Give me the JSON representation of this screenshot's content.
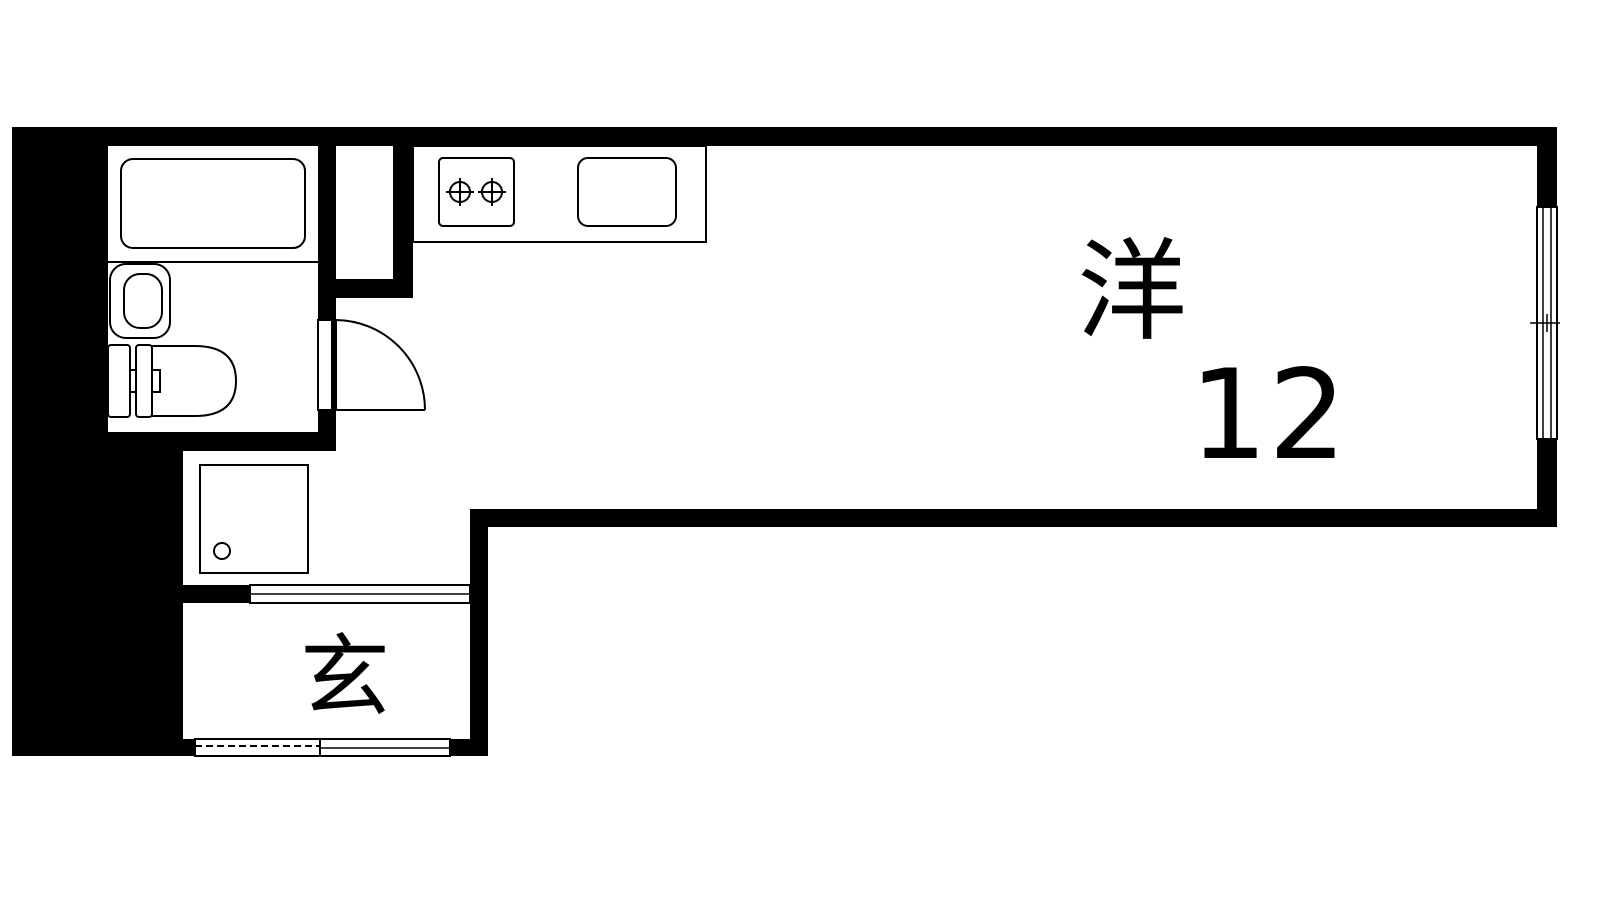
{
  "floor_plan": {
    "rooms": {
      "western_room": {
        "label": "洋",
        "size": "12"
      },
      "entrance": {
        "label": "玄"
      }
    },
    "colors": {
      "wall": "#000000",
      "floor": "#ffffff",
      "line": "#000000"
    }
  }
}
